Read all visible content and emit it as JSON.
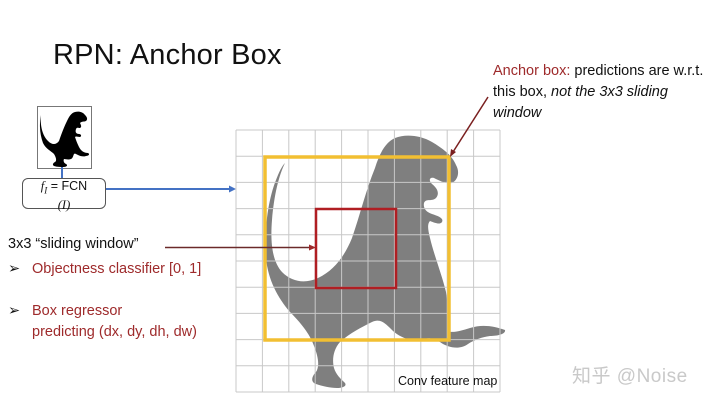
{
  "slide": {
    "title": "RPN: Anchor Box",
    "anchor_note": {
      "label": "Anchor box:",
      "text_plain": " predictions are w.r.t. this box, ",
      "text_italic": "not the 3x3 sliding window"
    },
    "sliding_window_label": "3x3 “sliding window”",
    "bullets": [
      {
        "marker": "➢",
        "lines": [
          "Objectness classifier [0, 1]"
        ]
      },
      {
        "marker": "➢",
        "lines": [
          "Box regressor",
          "predicting (dx, dy, dh, dw)"
        ]
      }
    ],
    "fcn_box": {
      "f_symbol": "f",
      "f_subscript": "I",
      "equals": " = FCN",
      "arg": "(I)"
    },
    "feature_map": {
      "caption": "Conv feature map",
      "grid_cols": 10,
      "grid_rows": 10
    },
    "watermark": "知乎 @Noise",
    "icons": {
      "input_image": "dinosaur-silhouette-icon",
      "feature_map_object": "dinosaur-silhouette-gray"
    },
    "colors": {
      "accent_text": "#9e2a2b",
      "anchor_box": "#f2bf32",
      "sliding_window_box": "#b01e23",
      "flow_arrow": "#4472c4",
      "pointer_arrow": "#7a1f1f",
      "silhouette": "#7f7f7f",
      "grid": "#c8c8c8"
    }
  }
}
